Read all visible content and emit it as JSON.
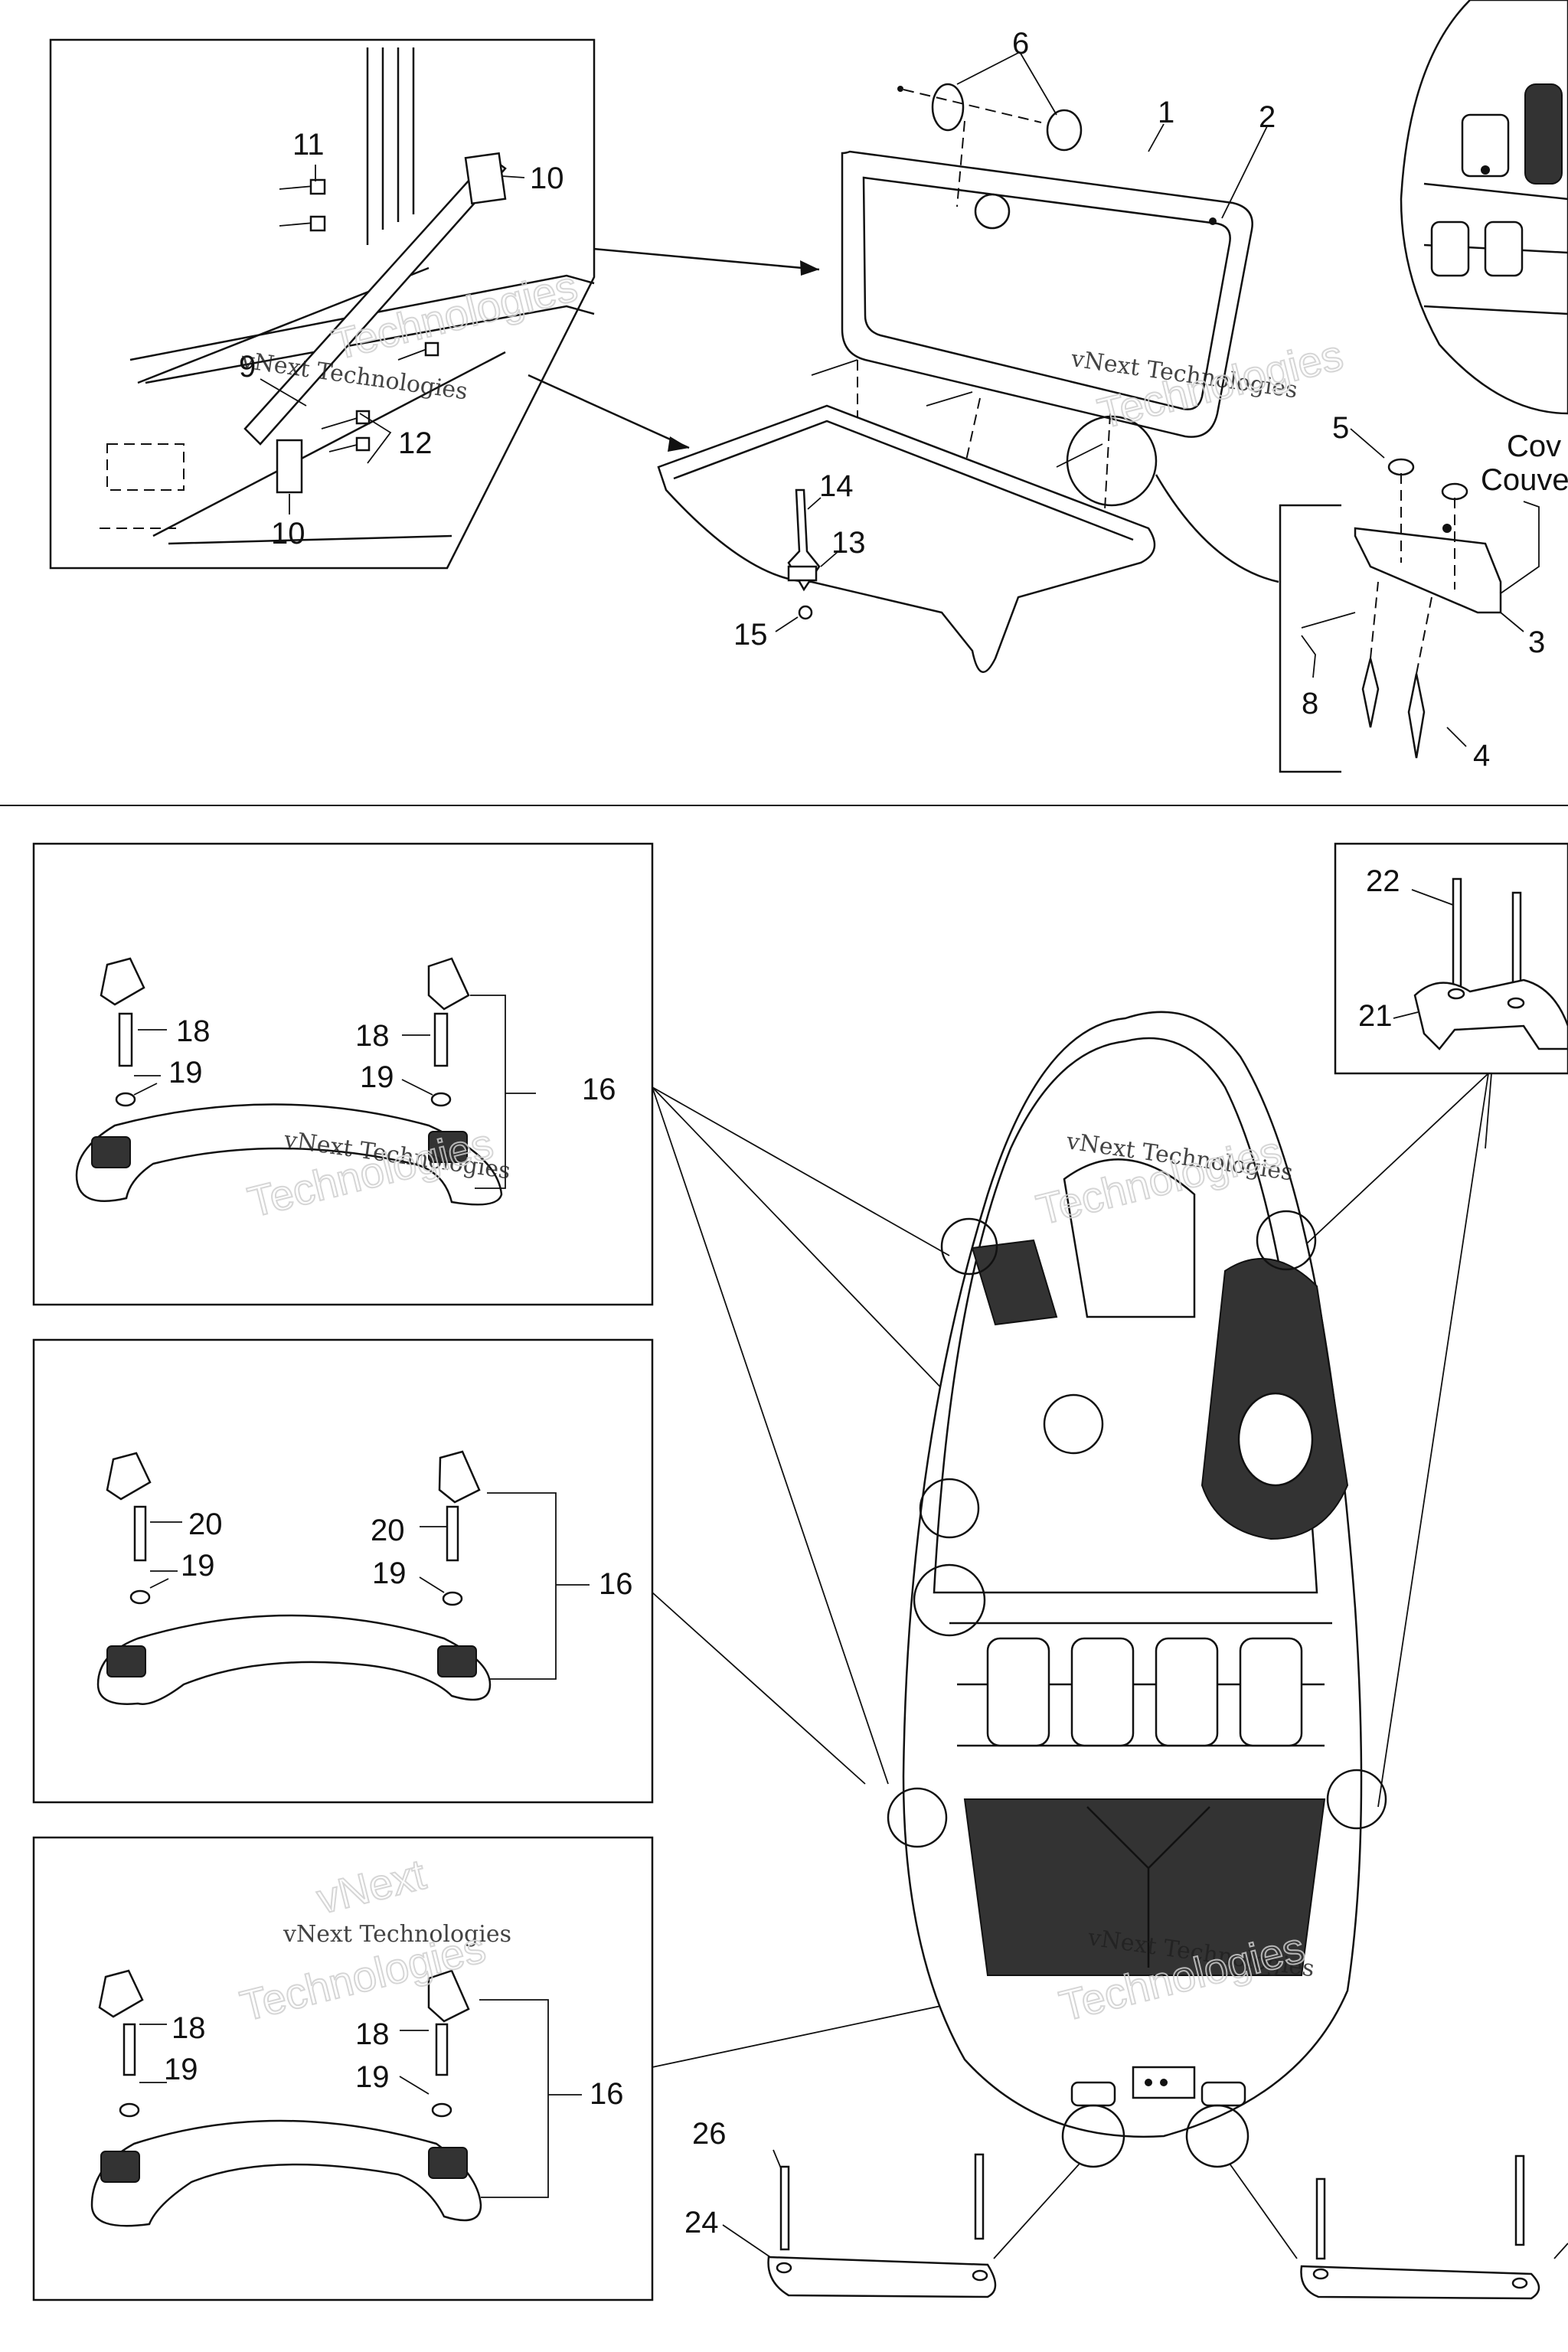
{
  "callouts": {
    "c1": "1",
    "c2": "2",
    "c3": "3",
    "c4": "4",
    "c5": "5",
    "c6": "6",
    "c8": "8",
    "c9": "9",
    "c10a": "10",
    "c10b": "10",
    "c11": "11",
    "c12": "12",
    "c13": "13",
    "c14": "14",
    "c15": "15",
    "c16a": "16",
    "c16b": "16",
    "c16c": "16",
    "c18a": "18",
    "c18b": "18",
    "c18c": "18",
    "c18d": "18",
    "c19a": "19",
    "c19b": "19",
    "c19c": "19",
    "c19d": "19",
    "c19e": "19",
    "c19f": "19",
    "c20a": "20",
    "c20b": "20",
    "c21": "21",
    "c22": "22",
    "c24": "24",
    "c26": "26"
  },
  "cover_label": {
    "line1": "Cov",
    "line2": "Couve"
  },
  "watermark": {
    "line1": "vNext Technologies",
    "brand_a": "vNext",
    "brand_b": "Technologies"
  },
  "colors": {
    "ink": "#111111",
    "background": "#ffffff"
  }
}
